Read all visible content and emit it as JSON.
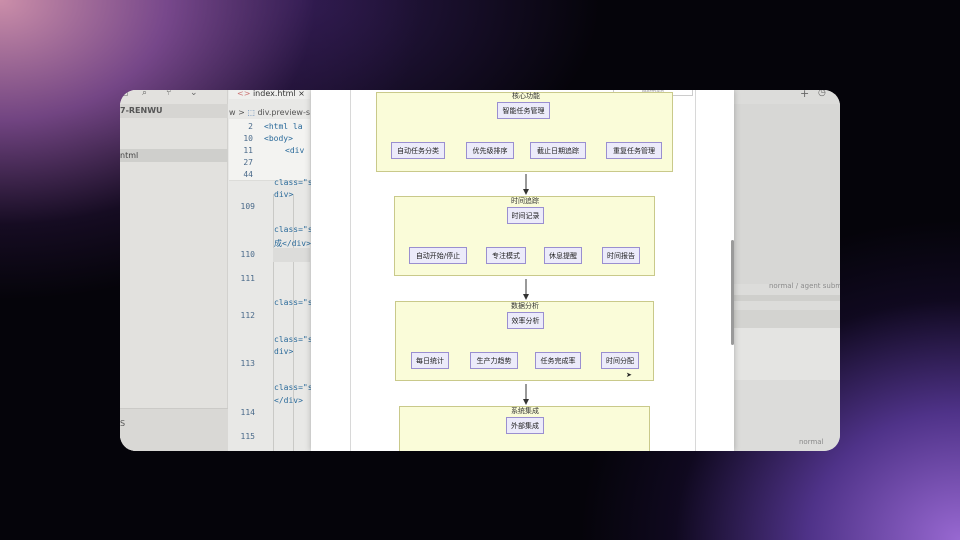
{
  "editor": {
    "tab_label": "index.html",
    "tab_close": "×",
    "project_label": "7-RENWU",
    "file_item": "ntml",
    "bottom_label": "S",
    "breadcrumb_prefix": "w  >",
    "breadcrumb_path": "div.preview-s",
    "top_lines": [
      {
        "n": "2",
        "code": "<html la"
      },
      {
        "n": "10",
        "code": "<body>"
      },
      {
        "n": "11",
        "code": "<div"
      },
      {
        "n": "27",
        "code": ""
      },
      {
        "n": "44",
        "code": ""
      }
    ],
    "lines": [
      {
        "n": "",
        "code": "class=\"s"
      },
      {
        "n": "109",
        "code": "div>"
      },
      {
        "n": "",
        "code": "class=\"s"
      },
      {
        "n": "",
        "code": "成</div>"
      },
      {
        "n": "110",
        "code": ""
      },
      {
        "n": "111",
        "code": ""
      },
      {
        "n": "",
        "code": "class=\"s"
      },
      {
        "n": "112",
        "code": ""
      },
      {
        "n": "",
        "code": "class=\"s"
      },
      {
        "n": "",
        "code": "div>"
      },
      {
        "n": "113",
        "code": ""
      },
      {
        "n": "",
        "code": "class=\"s"
      },
      {
        "n": "",
        "code": "</div>"
      },
      {
        "n": "114",
        "code": ""
      },
      {
        "n": "115",
        "code": ""
      }
    ]
  },
  "right_panel": {
    "mode_text_1": "normal / agent  subm",
    "mode_text_2": "normal"
  },
  "preview": {
    "mermaid_label": "Mermaid",
    "groups": [
      {
        "title": "核心功能",
        "root": "智能任务管理",
        "children": [
          "自动任务分类",
          "优先级排序",
          "截止日期追踪",
          "重复任务管理"
        ]
      },
      {
        "title": "时间追踪",
        "root": "时间记录",
        "children": [
          "自动开始/停止",
          "专注模式",
          "休息提醒",
          "时间报告"
        ]
      },
      {
        "title": "数据分析",
        "root": "效率分析",
        "children": [
          "每日统计",
          "生产力趋势",
          "任务完成率",
          "时间分配"
        ]
      },
      {
        "title": "系统集成",
        "root": "外部集成",
        "children": []
      }
    ]
  },
  "colors": {
    "group_fill": "#fafcd9",
    "group_border": "#c9c98a",
    "node_fill": "#ecebfa",
    "node_border": "#9a8fd0"
  }
}
